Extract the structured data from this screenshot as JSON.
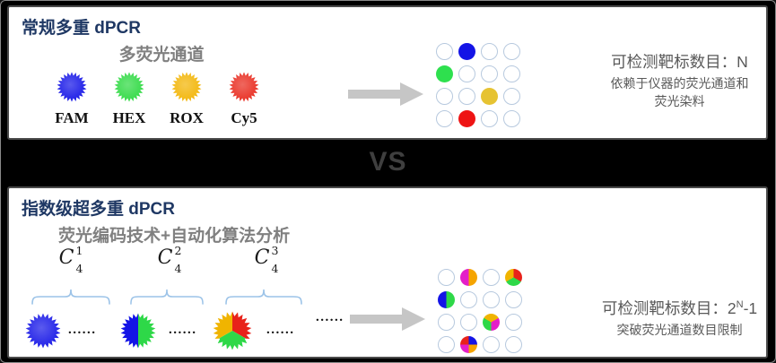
{
  "colors": {
    "stage_bg": "#000000",
    "panel_bg": "#ffffff",
    "title_navy": "#1f3864",
    "subtitle_gray": "#808080",
    "body_gray": "#595959",
    "vs_gray": "#3f3f3f",
    "arrow_gray": "#c6c6c6",
    "droplet_outline": "#b7c9de",
    "brace_blue": "#9cc3e8",
    "fam_blue": "#1212e6",
    "hex_green": "#2bd93f",
    "rox_amber": "#f2b300",
    "cy5_red": "#e8271a",
    "magenta": "#e41ec8",
    "orange": "#f5a400"
  },
  "top_panel": {
    "title": "常规多重 dPCR",
    "subtitle": "多荧光通道",
    "dyes": [
      {
        "label": "FAM",
        "color": "#1212e6"
      },
      {
        "label": "HEX",
        "color": "#2bd93f"
      },
      {
        "label": "ROX",
        "color": "#f2b300"
      },
      {
        "label": "Cy5",
        "color": "#e8271a"
      }
    ],
    "grid": {
      "rows": [
        [
          null,
          {
            "colors": [
              "#1414e6"
            ]
          },
          null,
          null
        ],
        [
          {
            "colors": [
              "#2ee04e"
            ]
          },
          null,
          null,
          null
        ],
        [
          null,
          null,
          {
            "colors": [
              "#e6c332"
            ]
          },
          null
        ],
        [
          null,
          {
            "colors": [
              "#ee1414"
            ]
          },
          null,
          null
        ]
      ]
    },
    "result": {
      "line1": "可检测靶标数目：N",
      "line2": "依赖于仪器的荧光通道和",
      "line3": "荧光染料"
    }
  },
  "divider": {
    "label": "VS"
  },
  "bottom_panel": {
    "title": "指数级超多重 dPCR",
    "subtitle": "荧光编码技术+自动化算法分析",
    "combinations": [
      {
        "base": "C",
        "sub": "4",
        "sup": "1",
        "star": {
          "start": 0,
          "colors": [
            "#1414e6"
          ]
        }
      },
      {
        "base": "C",
        "sub": "4",
        "sup": "2",
        "star": {
          "start": 0,
          "colors": [
            "#2ed848",
            "#1414e6"
          ]
        }
      },
      {
        "base": "C",
        "sub": "4",
        "sup": "3",
        "star": {
          "start": 0,
          "colors": [
            "#e8221a",
            "#2ed848",
            "#f0b400"
          ]
        }
      }
    ],
    "dots": "......",
    "grid": {
      "rows": [
        [
          null,
          {
            "start": 0,
            "colors": [
              "#f5a400",
              "#e41ec8"
            ]
          },
          null,
          {
            "start": 0,
            "colors": [
              "#e8221a",
              "#2ed848",
              "#f0b400"
            ]
          }
        ],
        [
          {
            "start": 0,
            "colors": [
              "#2ed848",
              "#1414e6"
            ]
          },
          null,
          null,
          null
        ],
        [
          null,
          null,
          {
            "start": -60,
            "colors": [
              "#f0b400",
              "#e41ec8",
              "#2ed848"
            ]
          },
          null
        ],
        [
          null,
          {
            "start": 0,
            "colors": [
              "#1414e6",
              "#f5a400",
              "#e41ec8",
              "#e8221a"
            ]
          },
          null,
          null
        ]
      ]
    },
    "result": {
      "line1_prefix": "可检测靶标数目：2",
      "line1_sup": "N",
      "line1_suffix": "-1",
      "line2": "突破荧光通道数目限制"
    }
  }
}
